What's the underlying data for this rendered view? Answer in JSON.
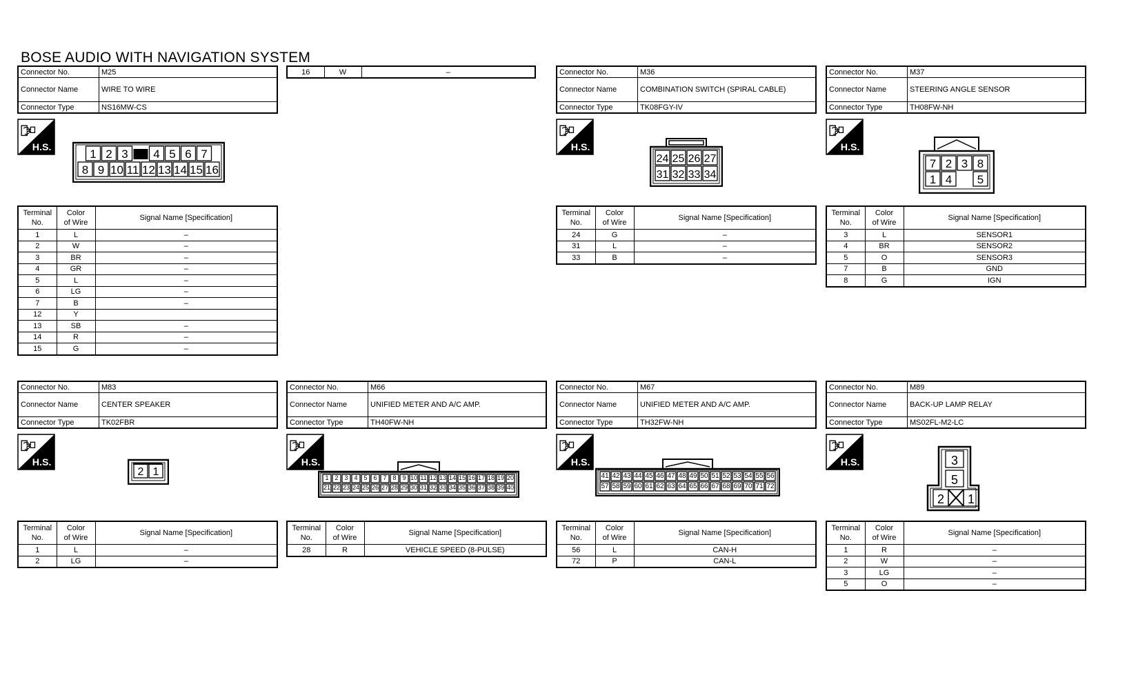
{
  "title": "BOSE AUDIO WITH NAVIGATION SYSTEM",
  "labels": {
    "connector_no": "Connector No.",
    "connector_name": "Connector Name",
    "connector_type": "Connector Type",
    "terminal": "Terminal\nNo.",
    "color": "Color\nof Wire",
    "signal": "Signal Name [Specification]",
    "hs": "H.S."
  },
  "extra_row": {
    "terminal": "16",
    "color": "W",
    "signal": "–"
  },
  "connectors": [
    {
      "no": "M25",
      "name": "WIRE TO WIRE",
      "type": "NS16MW-CS",
      "pins_top": [
        "1",
        "2",
        "3",
        "",
        "4",
        "5",
        "6",
        "7"
      ],
      "pins_bottom": [
        "8",
        "9",
        "10",
        "11",
        "12",
        "13",
        "14",
        "15",
        "16"
      ],
      "rows": [
        [
          "1",
          "L",
          "–"
        ],
        [
          "2",
          "W",
          "–"
        ],
        [
          "3",
          "BR",
          "–"
        ],
        [
          "4",
          "GR",
          "–"
        ],
        [
          "5",
          "L",
          "–"
        ],
        [
          "6",
          "LG",
          "–"
        ],
        [
          "7",
          "B",
          "–"
        ],
        [
          "12",
          "Y",
          ""
        ],
        [
          "13",
          "SB",
          "–"
        ],
        [
          "14",
          "R",
          "–"
        ],
        [
          "15",
          "G",
          "–"
        ]
      ]
    },
    {
      "no": "M36",
      "name": "COMBINATION SWITCH (SPIRAL CABLE)",
      "type": "TK08FGY-IV",
      "pins_top": [
        "24",
        "25",
        "26",
        "27"
      ],
      "pins_bottom": [
        "31",
        "32",
        "33",
        "34"
      ],
      "rows": [
        [
          "24",
          "G",
          "–"
        ],
        [
          "31",
          "L",
          "–"
        ],
        [
          "33",
          "B",
          "–"
        ]
      ]
    },
    {
      "no": "M37",
      "name": "STEERING ANGLE SENSOR",
      "type": "TH08FW-NH",
      "pins_top": [
        "7",
        "2",
        "3",
        "8"
      ],
      "pins_bottom": [
        "1",
        "4",
        "",
        "5"
      ],
      "rows": [
        [
          "3",
          "L",
          "SENSOR1"
        ],
        [
          "4",
          "BR",
          "SENSOR2"
        ],
        [
          "5",
          "O",
          "SENSOR3"
        ],
        [
          "7",
          "B",
          "GND"
        ],
        [
          "8",
          "G",
          "IGN"
        ]
      ]
    },
    {
      "no": "M83",
      "name": "CENTER SPEAKER",
      "type": "TK02FBR",
      "pins_top": [
        "2",
        "1"
      ],
      "pins_bottom": [],
      "rows": [
        [
          "1",
          "L",
          "–"
        ],
        [
          "2",
          "LG",
          "–"
        ]
      ]
    },
    {
      "no": "M66",
      "name": "UNIFIED METER AND A/C AMP.",
      "type": "TH40FW-NH",
      "pins_top": [
        "1",
        "2",
        "3",
        "4",
        "5",
        "6",
        "7",
        "8",
        "9",
        "10",
        "11",
        "12",
        "13",
        "14",
        "15",
        "16",
        "17",
        "18",
        "19",
        "20"
      ],
      "pins_bottom": [
        "21",
        "22",
        "23",
        "24",
        "25",
        "26",
        "27",
        "28",
        "29",
        "30",
        "31",
        "32",
        "33",
        "34",
        "35",
        "36",
        "37",
        "38",
        "39",
        "40"
      ],
      "rows": [
        [
          "28",
          "R",
          "VEHICLE SPEED (8-PULSE)"
        ]
      ]
    },
    {
      "no": "M67",
      "name": "UNIFIED METER AND A/C AMP.",
      "type": "TH32FW-NH",
      "pins_top": [
        "41",
        "42",
        "43",
        "44",
        "45",
        "46",
        "47",
        "48",
        "49",
        "50",
        "51",
        "52",
        "53",
        "54",
        "55",
        "56"
      ],
      "pins_bottom": [
        "57",
        "58",
        "59",
        "60",
        "61",
        "62",
        "63",
        "64",
        "65",
        "66",
        "67",
        "68",
        "69",
        "70",
        "71",
        "72"
      ],
      "rows": [
        [
          "56",
          "L",
          "CAN-H"
        ],
        [
          "72",
          "P",
          "CAN-L"
        ]
      ]
    },
    {
      "no": "M89",
      "name": "BACK-UP LAMP RELAY",
      "type": "MS02FL-M2-LC",
      "pins_top": [
        "3",
        "5"
      ],
      "pins_bottom": [
        "2",
        "1"
      ],
      "rows": [
        [
          "1",
          "R",
          "–"
        ],
        [
          "2",
          "W",
          "–"
        ],
        [
          "3",
          "LG",
          "–"
        ],
        [
          "5",
          "O",
          "–"
        ]
      ]
    }
  ]
}
